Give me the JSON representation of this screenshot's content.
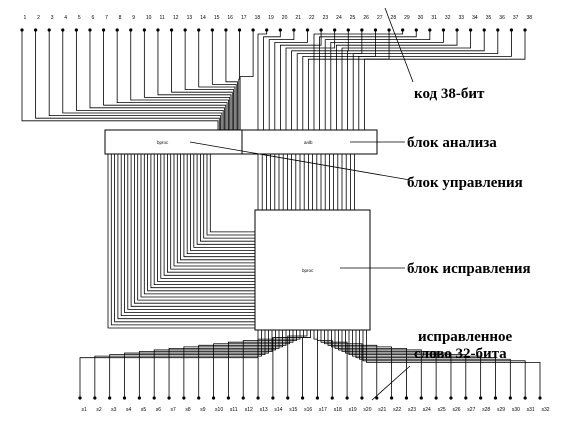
{
  "diagram": {
    "inputs": [
      "1",
      "2",
      "3",
      "4",
      "5",
      "6",
      "7",
      "8",
      "9",
      "10",
      "11",
      "12",
      "13",
      "14",
      "15",
      "16",
      "17",
      "18",
      "19",
      "20",
      "21",
      "22",
      "23",
      "24",
      "25",
      "26",
      "27",
      "28",
      "29",
      "30",
      "31",
      "32",
      "33",
      "34",
      "35",
      "36",
      "37",
      "38"
    ],
    "outputs": [
      "s1",
      "s2",
      "s3",
      "s4",
      "s5",
      "s6",
      "s7",
      "s8",
      "s9",
      "s10",
      "s11",
      "s12",
      "s13",
      "s14",
      "s15",
      "s16",
      "s17",
      "s18",
      "s19",
      "s20",
      "s21",
      "s22",
      "s23",
      "s24",
      "s25",
      "s26",
      "s27",
      "s28",
      "s29",
      "s30",
      "s31",
      "s32"
    ],
    "blocks": {
      "control": {
        "label": "bproc"
      },
      "analysis": {
        "label": "anlb"
      },
      "correction": {
        "label": "bproc"
      }
    },
    "annotations": {
      "code": "код 38-бит",
      "analysis": "блок анализа",
      "control": "блок управления",
      "correction": "блок исправления",
      "corrected_line1": "исправленное",
      "corrected_line2": "слово 32-бита"
    }
  }
}
